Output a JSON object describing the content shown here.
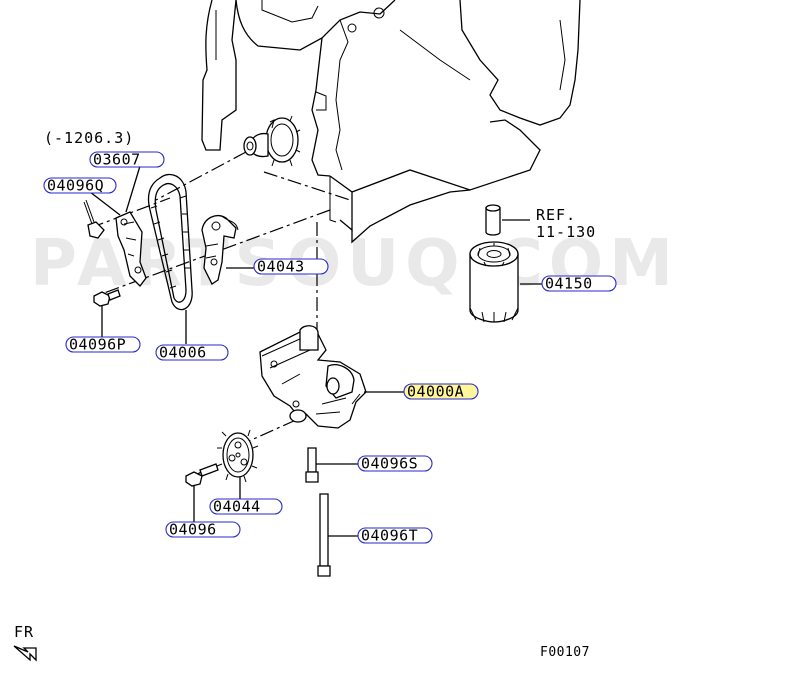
{
  "diagram": {
    "watermark": "PARTSOUQ.COM",
    "date_range_note": "(-1206.3)",
    "ref_note": {
      "line1": "REF.",
      "line2": "11-130"
    },
    "direction_label": "FR",
    "figure_code": "F00107"
  },
  "callouts": [
    {
      "id": "03607",
      "label": "03607",
      "highlighted": false
    },
    {
      "id": "04096Q",
      "label": "04096Q",
      "highlighted": false
    },
    {
      "id": "04043",
      "label": "04043",
      "highlighted": false
    },
    {
      "id": "04096P",
      "label": "04096P",
      "highlighted": false
    },
    {
      "id": "04006",
      "label": "04006",
      "highlighted": false
    },
    {
      "id": "04150",
      "label": "04150",
      "highlighted": false
    },
    {
      "id": "04000A",
      "label": "04000A",
      "highlighted": true
    },
    {
      "id": "04096S",
      "label": "04096S",
      "highlighted": false
    },
    {
      "id": "04044",
      "label": "04044",
      "highlighted": false
    },
    {
      "id": "04096",
      "label": "04096",
      "highlighted": false
    },
    {
      "id": "04096T",
      "label": "04096T",
      "highlighted": false
    }
  ],
  "colors": {
    "callout_border": "#2a2acc",
    "highlight_fill": "#fff59a",
    "highlight_text": "#c9a400",
    "line": "#000000"
  }
}
